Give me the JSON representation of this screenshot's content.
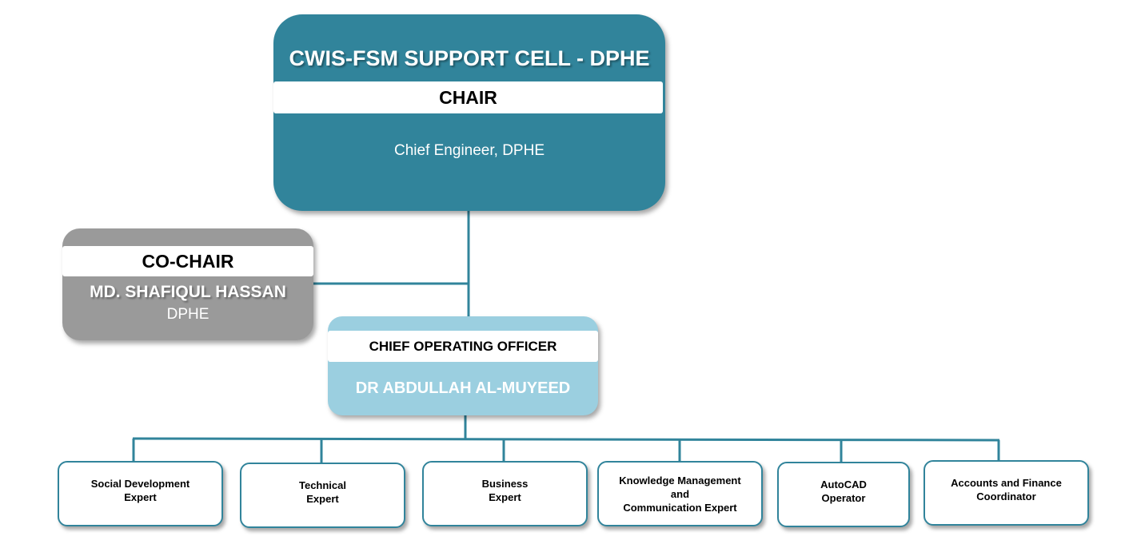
{
  "chair": {
    "org_title": "CWIS-FSM SUPPORT CELL - DPHE",
    "role": "CHAIR",
    "holder": "Chief Engineer, DPHE"
  },
  "co_chair": {
    "role": "CO-CHAIR",
    "name": "MD. SHAFIQUL HASSAN",
    "org": "DPHE"
  },
  "coo": {
    "role": "CHIEF OPERATING OFFICER",
    "name": "DR ABDULLAH AL-MUYEED"
  },
  "experts": [
    {
      "label": "Social Development\nExpert"
    },
    {
      "label": "Technical\nExpert"
    },
    {
      "label": "Business\nExpert"
    },
    {
      "label": "Knowledge Management\nand\nCommunication Expert"
    },
    {
      "label": "AutoCAD\nOperator"
    },
    {
      "label": "Accounts and Finance\nCoordinator"
    }
  ],
  "colors": {
    "chair_fill": "#31849b",
    "co_chair_fill": "#9a9a9a",
    "coo_fill": "#9bcfe0",
    "connector": "#31849b"
  }
}
